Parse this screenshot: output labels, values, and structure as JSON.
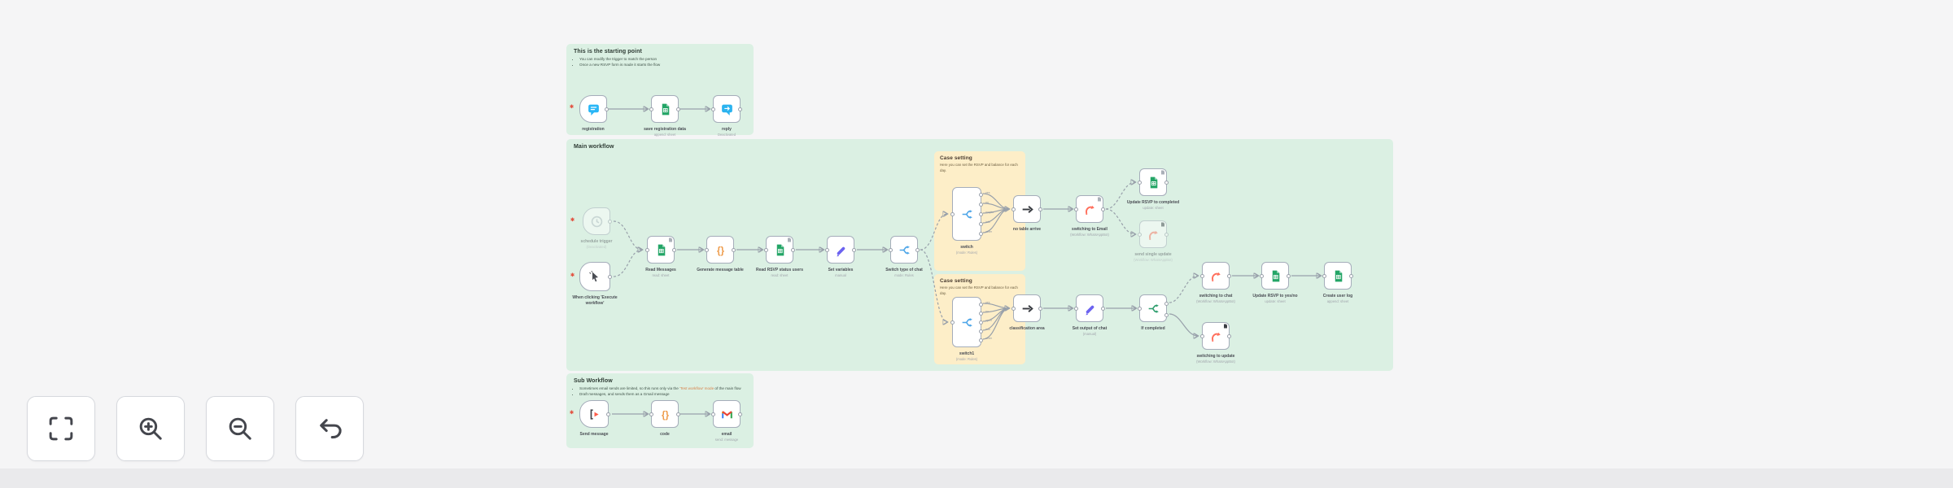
{
  "colors": {
    "canvas_bg": "#f5f5f6",
    "sticky_green": "#dbf0e3",
    "sticky_yellow": "#fdeec8",
    "node_border": "#a5adba",
    "sheets_green": "#23a566",
    "code_orange": "#ee9b4a",
    "pencil_violet": "#6c63f0",
    "switch_blue": "#4ea6e8",
    "if_green": "#2f9e6e",
    "exec_red": "#ff6f5c",
    "wire_gray": "#98a0aa"
  },
  "icons": {
    "asterisk": "✱",
    "code_glyph": "{}"
  },
  "start_group": {
    "title": "This is the starting point",
    "bullets": [
      "You can modify the trigger to match the person",
      "Once a new RSVP form is made it starts the flow"
    ],
    "nodes": {
      "trigger": {
        "label": "registration"
      },
      "save": {
        "label": "save registration data",
        "subtitle": "append: sheet"
      },
      "reply": {
        "label": "reply",
        "subtitle": "Deactivated"
      }
    }
  },
  "main_group": {
    "title": "Main workflow",
    "nodes": {
      "schedule": {
        "label": "schedule trigger",
        "subtitle": "(Deactivated)"
      },
      "manual": {
        "label": "When clicking 'Execute workflow'"
      },
      "read_messages": {
        "label": "Read Messages",
        "subtitle": "read: sheet"
      },
      "generate": {
        "label": "Generate message table"
      },
      "read_rsvp": {
        "label": "Read RSVP status users",
        "subtitle": "read: sheet"
      },
      "set_vars": {
        "label": "Set variables",
        "subtitle": "manual"
      },
      "switch_type": {
        "label": "Switch type of chat",
        "subtitle": "mode: Rules"
      },
      "switch_a": {
        "label": "switch",
        "subtitle": "(mode: Rules)",
        "outputs": [
          "yes",
          "no",
          "maybe",
          "info",
          "other"
        ]
      },
      "no_table": {
        "label": "no table arrive"
      },
      "switch_email": {
        "label": "switching to Email",
        "subtitle": "(Workflow: WhatsAppBot)"
      },
      "update_completed": {
        "label": "Update RSVP to completed",
        "subtitle": "update: sheet"
      },
      "send_single": {
        "label": "send single update",
        "subtitle": "(Workflow: WhatsAppBot)"
      },
      "switch_b": {
        "label": "switch1",
        "subtitle": "(mode: Rules)",
        "outputs": [
          "yes",
          "no",
          "open",
          "info",
          "other"
        ]
      },
      "classification": {
        "label": "classification area"
      },
      "set_output": {
        "label": "Set output of chat",
        "subtitle": "(manual)"
      },
      "if_completed": {
        "label": "If completed"
      },
      "switch_chat": {
        "label": "switching to chat",
        "subtitle": "(Workflow: WhatsAppBot)"
      },
      "update_yesno": {
        "label": "Update RSVP to yes/no",
        "subtitle": "update: sheet"
      },
      "create_log": {
        "label": "Create user log",
        "subtitle": "append: sheet"
      },
      "switch_update": {
        "label": "switching to update",
        "subtitle": "(Workflow: WhatsAppBot)"
      }
    }
  },
  "case_a": {
    "title": "Case setting",
    "body": "Here you can set the RSVP and balance for each day."
  },
  "case_b": {
    "title": "Case setting",
    "body": "Here you can set the RSVP and balance for each day."
  },
  "sub_group": {
    "title": "Sub Workflow",
    "b1_pre": "Sometimes email sends are limited, so this runs only via the ",
    "b1_link": "'Test workflow' mode",
    "b1_post": " of the main flow",
    "b2": "Draft messages, and sends them as a Gmail message",
    "nodes": {
      "trigger": {
        "label": "Send message"
      },
      "code": {
        "label": "code"
      },
      "email": {
        "label": "email",
        "subtitle": "send: message"
      }
    }
  }
}
